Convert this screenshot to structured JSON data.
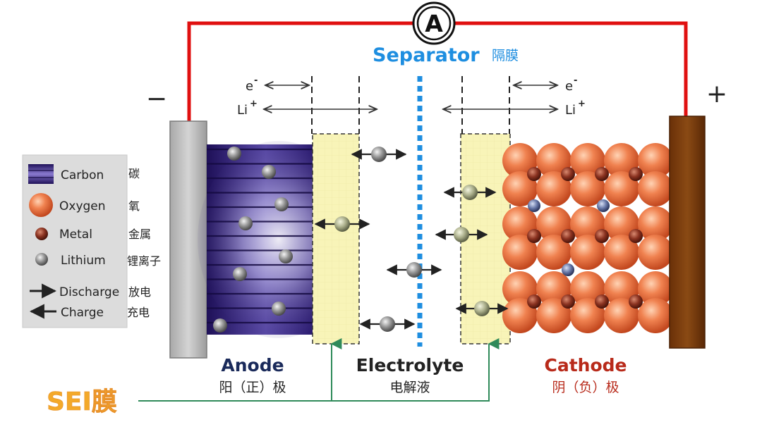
{
  "meter": {
    "symbol": "A"
  },
  "separator": {
    "label": "Separator",
    "label_cn": "隔膜"
  },
  "terminals": {
    "negative": "−",
    "positive": "+"
  },
  "flow_labels": {
    "electron": "e",
    "electron_sup": "-",
    "lithium": "Li",
    "lithium_sup": "+"
  },
  "legend": {
    "items": [
      {
        "label": "Carbon",
        "label_cn": "碳",
        "icon": "carbon-layer-icon"
      },
      {
        "label": "Oxygen",
        "label_cn": "氧",
        "icon": "oxygen-ball-icon"
      },
      {
        "label": "Metal",
        "label_cn": "金属",
        "icon": "metal-ball-icon"
      },
      {
        "label": "Lithium",
        "label_cn": "锂离子",
        "icon": "lithium-ball-icon"
      },
      {
        "label": "Discharge",
        "label_cn": "放电",
        "icon": "arrow-right-icon"
      },
      {
        "label": "Charge",
        "label_cn": "充电",
        "icon": "arrow-left-icon"
      }
    ]
  },
  "regions": {
    "anode": {
      "label": "Anode",
      "label_cn": "阳（正）极"
    },
    "electrolyte": {
      "label": "Electrolyte",
      "label_cn": "电解液"
    },
    "cathode": {
      "label": "Cathode",
      "label_cn": "阴（负）极"
    }
  },
  "sei": {
    "label": "SEI膜"
  },
  "colors": {
    "wire": "#e01010",
    "separator": "#1e8ee0",
    "anode_dark": "#2a1a6e",
    "anode_light": "#d8d4f4",
    "oxygen": "#e06a3a",
    "metal": "#7a2a1a",
    "lithium": "#8a8a8a",
    "sei_fill": "#f8f4b8",
    "cathode_collector": "#7a3e0c",
    "anode_collector": "#b8b8b8",
    "cathode_text": "#b82a1a",
    "anode_text": "#1a2a5a",
    "sei_text": "#f3a92a",
    "sei_line": "#2f8a5a"
  }
}
